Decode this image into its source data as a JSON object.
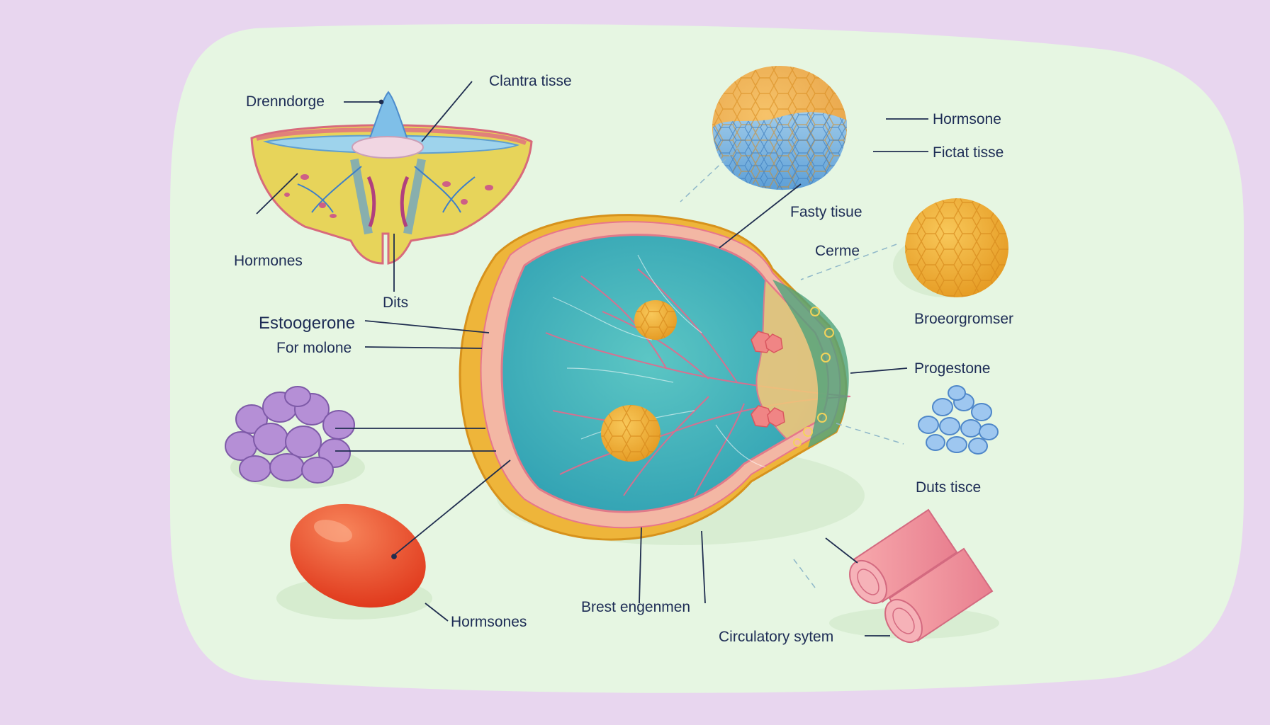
{
  "colors": {
    "page_background": "#e8d6ef",
    "panel_background": "#e6f6e2",
    "label_text": "#1d2c55",
    "leader_line": "#1f2d4f"
  },
  "labels": {
    "drenndorge": "Drenndorge",
    "clantra_tisse": "Clantra tisse",
    "hormones_top": "Hormones",
    "dits": "Dits",
    "estoogerone": "Estoogerone",
    "for_molone": "For molone",
    "hormsone": "Hormsone",
    "fictat_tisse": "Fictat tisse",
    "fasty_tisue": "Fasty tisue",
    "cerme": "Cerme",
    "broeorgromser": "Broeorgromser",
    "progestone": "Progestone",
    "duts_tisce": "Duts tisce",
    "hormsones": "Hormsones",
    "brest_engenmen": "Brest engenmen",
    "circulatory_system": "Circulatory sytem"
  }
}
